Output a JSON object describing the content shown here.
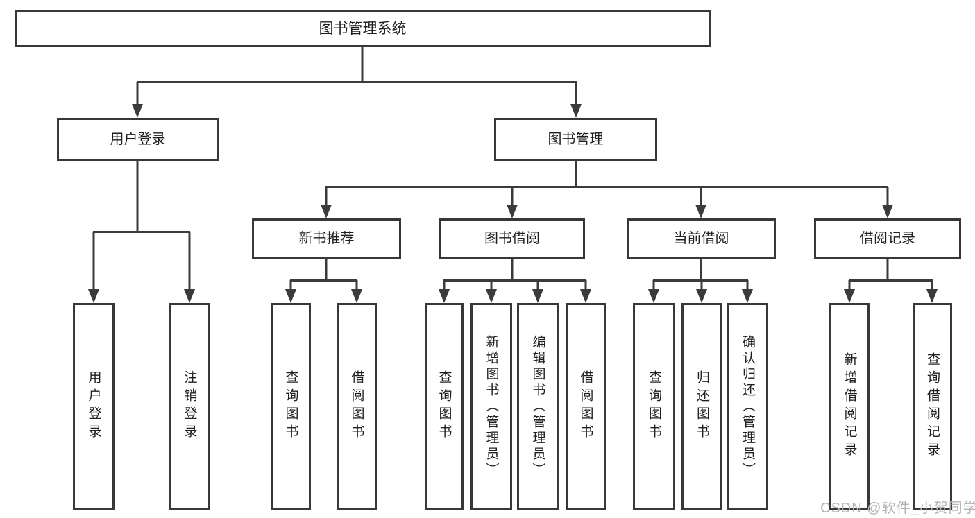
{
  "diagram": {
    "nodes": {
      "root": "图书管理系统",
      "user_login": "用户登录",
      "book_mgmt": "图书管理",
      "new_book_rec": "新书推荐",
      "book_borrow": "图书借阅",
      "current_borrow": "当前借阅",
      "borrow_record": "借阅记录",
      "ul_user_login": "用户登录",
      "ul_logout": "注销登录",
      "nb_query_book": "查询图书",
      "nb_borrow_book": "借阅图书",
      "bb_query_book": "查询图书",
      "bb_add_book": "新增图书（管理员）",
      "bb_edit_book": "编辑图书（管理员）",
      "bb_borrow_book": "借阅图书",
      "cb_query_book": "查询图书",
      "cb_return_book": "归还图书",
      "cb_confirm_return": "确认归还（管理员）",
      "br_add_record": "新增借阅记录",
      "br_query_record": "查询借阅记录"
    },
    "colors": {
      "line": "#3b3b3b",
      "box_border": "#383838",
      "text": "#1f1f1f",
      "watermark": "#b5b2b3",
      "background": "#ffffff"
    }
  },
  "watermark": "CSDN @软件_小贺同学"
}
